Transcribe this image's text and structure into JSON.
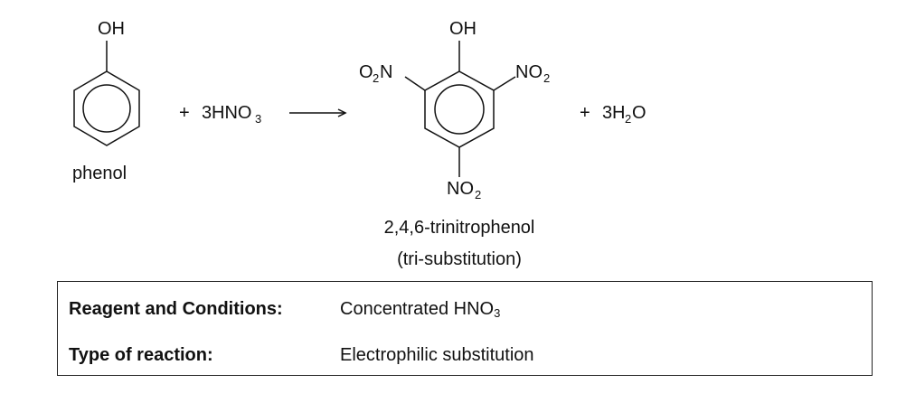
{
  "reaction": {
    "reactant": {
      "substituent": "OH",
      "name": "phenol"
    },
    "reagent": {
      "plus": "+",
      "coefficient": "3",
      "formula_main": "HNO",
      "formula_subscript": "3"
    },
    "product": {
      "top_substituent": "OH",
      "left_substituent": {
        "o": "O",
        "sub": "2",
        "n": "N"
      },
      "right_substituent": {
        "main": "NO",
        "sub": "2"
      },
      "bottom_substituent": {
        "main": "NO",
        "sub": "2"
      },
      "name": "2,4,6-trinitrophenol",
      "note": "(tri-substitution)"
    },
    "byproduct": {
      "plus": "+",
      "coefficient": "3",
      "h": "H",
      "h_sub": "2",
      "o": "O"
    }
  },
  "conditions": {
    "reagent_label": "Reagent and Conditions:",
    "reagent_value_main": "Concentrated HNO",
    "reagent_value_sub": "3",
    "type_label": "Type of reaction:",
    "type_value": "Electrophilic substitution"
  }
}
